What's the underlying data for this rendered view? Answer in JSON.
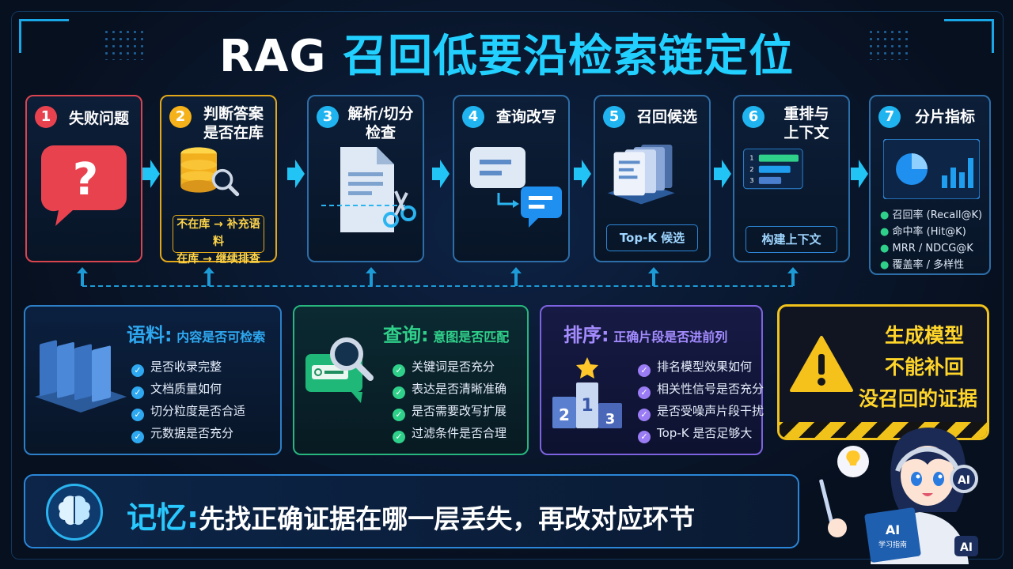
{
  "title": {
    "part1": "RAG ",
    "part2": "召回低要沿检索链定位"
  },
  "steps": [
    {
      "num": "1",
      "label": "失败问题",
      "color": "#e8424f"
    },
    {
      "num": "2",
      "label": "判断答案\n是否在库",
      "color": "#f5b21b",
      "tag_lines": [
        "不在库 → 补充语料",
        "在库 → 继续排查"
      ]
    },
    {
      "num": "3",
      "label": "解析/切分\n检查",
      "color": "#1fb4f0"
    },
    {
      "num": "4",
      "label": "查询改写",
      "color": "#1fb4f0"
    },
    {
      "num": "5",
      "label": "召回候选",
      "color": "#1fb4f0",
      "tag": "Top-K 候选"
    },
    {
      "num": "6",
      "label": "重排与\n上下文",
      "color": "#1fb4f0",
      "tag": "构建上下文",
      "ranks": [
        "1",
        "2",
        "3"
      ]
    },
    {
      "num": "7",
      "label": "分片指标",
      "color": "#1fb4f0",
      "metrics": [
        "召回率 (Recall@K)",
        "命中率 (Hit@K)",
        "MRR / NDCG@K",
        "覆盖率 / 多样性"
      ]
    }
  ],
  "panels": [
    {
      "title": "语料:",
      "subtitle": "内容是否可检索",
      "color": "#2ea8f0",
      "items": [
        "是否收录完整",
        "文档质量如何",
        "切分粒度是否合适",
        "元数据是否充分"
      ]
    },
    {
      "title": "查询:",
      "subtitle": "意图是否匹配",
      "color": "#2fd08a",
      "items": [
        "关键词是否充分",
        "表达是否清晰准确",
        "是否需要改写扩展",
        "过滤条件是否合理"
      ]
    },
    {
      "title": "排序:",
      "subtitle": "正确片段是否进前列",
      "color": "#9a7cf5",
      "items": [
        "排名模型效果如何",
        "相关性信号是否充分",
        "是否受噪声片段干扰",
        "Top-K 是否足够大"
      ],
      "podium": [
        "2",
        "1",
        "3"
      ]
    }
  ],
  "warning": {
    "lines": [
      "生成模型",
      "不能补回",
      "没召回的证据"
    ]
  },
  "memory": {
    "keyword": "记忆:",
    "text": "先找正确证据在哪一层丢失，再改对应环节"
  },
  "mascot": {
    "book_title": "AI",
    "book_subtitle": "学习指南",
    "headphone_label": "AI",
    "badge": "AI"
  },
  "colors": {
    "accent": "#22d0ff",
    "warning": "#f0c21a",
    "fail": "#e8424f",
    "step2": "#f5b21b"
  }
}
